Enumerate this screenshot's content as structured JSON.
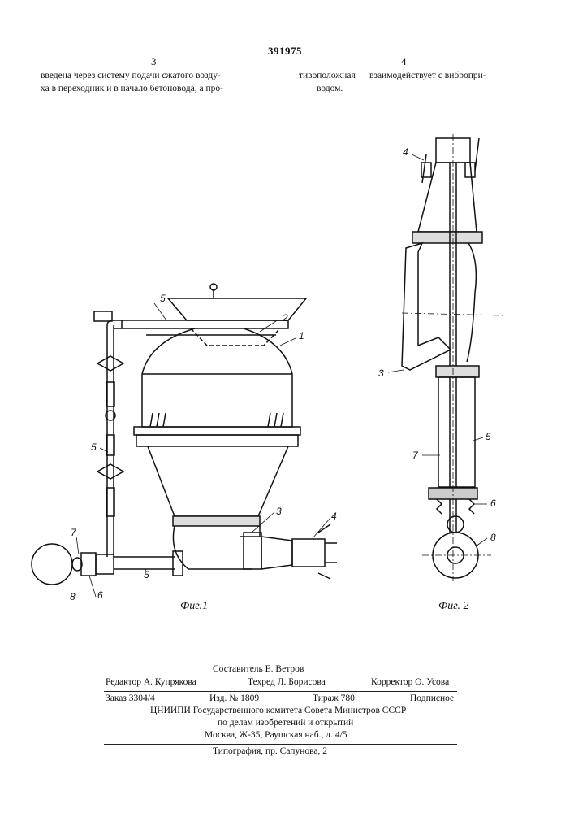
{
  "header": {
    "patent_number": "391975",
    "col_left": "3",
    "col_right": "4"
  },
  "body_text": {
    "left_line1": "введена через систему подачи сжатого возду-",
    "left_line2": "ха в переходник и в начало бетоновода, а про-",
    "right_line1": "тивоположная — взаимодействует с вибропри-",
    "right_line2": "водом."
  },
  "figure1": {
    "caption": "Фиг.1",
    "labels": {
      "l1": "1",
      "l2": "2",
      "l3": "3",
      "l4": "4",
      "l5a": "5",
      "l5b": "5",
      "l5c": "5",
      "l6": "6",
      "l7": "7",
      "l8": "8"
    }
  },
  "figure2": {
    "caption": "Фиг. 2",
    "labels": {
      "l3": "3",
      "l4": "4",
      "l5": "5",
      "l6": "6",
      "l7": "7",
      "l8": "8"
    }
  },
  "footer": {
    "compiler": "Составитель Е. Ветров",
    "editor": "Редактор А. Купрякова",
    "techred": "Техред Л. Борисова",
    "corrector": "Корректор О. Усова",
    "order": "Заказ 3304/4",
    "edition": "Изд. № 1809",
    "circulation": "Тираж 780",
    "subscription": "Подписное",
    "org1": "ЦНИИПИ Государственного комитета Совета Министров СССР",
    "org2": "по делам изобретений и открытий",
    "address": "Москва, Ж-35, Раушская наб., д. 4/5",
    "printer": "Типография, пр. Сапунова, 2"
  }
}
